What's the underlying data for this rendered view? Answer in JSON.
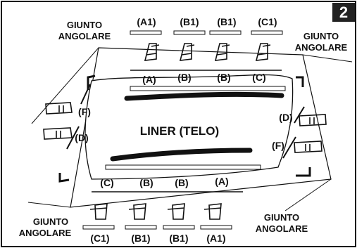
{
  "step_number": "2",
  "liner_label": "LINER (TELO)",
  "corner_joint_label": [
    "GIUNTO",
    "ANGOLARE"
  ],
  "top_connector_labels": [
    "(A1)",
    "(B1)",
    "(B1)",
    "(C1)"
  ],
  "bottom_connector_labels": [
    "(C1)",
    "(B1)",
    "(B1)",
    "(A1)"
  ],
  "top_rail_labels": [
    "(A)",
    "(B)",
    "(B)",
    "(C)"
  ],
  "bottom_rail_labels": [
    "(C)",
    "(B)",
    "(B)",
    "(A)"
  ],
  "left_side_labels": [
    "(F)",
    "(D)"
  ],
  "right_side_labels": [
    "(D)",
    "(F)"
  ],
  "colors": {
    "ink": "#111111",
    "badge": "#222222",
    "background": "#ffffff"
  }
}
